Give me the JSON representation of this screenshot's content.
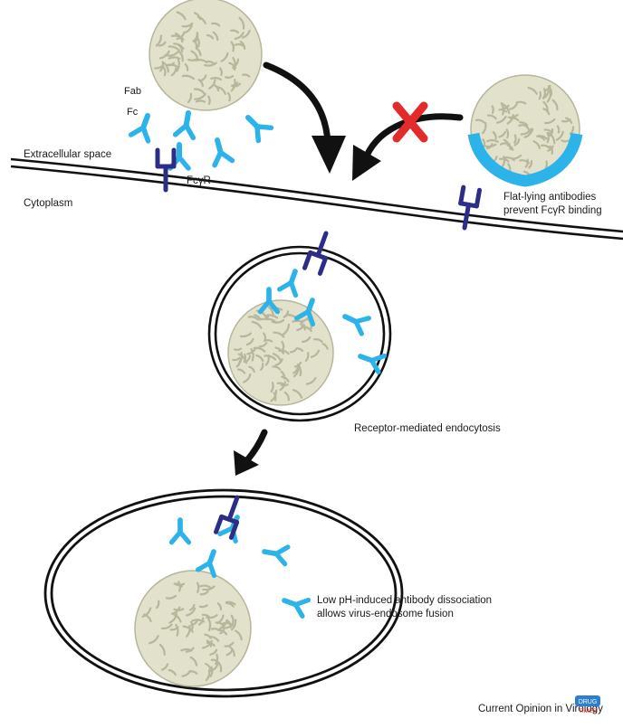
{
  "labels": {
    "fab": "Fab",
    "fc": "Fc",
    "extracellular": "Extracellular space",
    "fcgr": "FcγR",
    "cytoplasm": "Cytoplasm",
    "flat_line1": "Flat-lying antibodies",
    "flat_line2": "prevent FcγR binding",
    "endocytosis": "Receptor-mediated endocytosis",
    "dissociation_line1": "Low pH-induced antibody dissociation",
    "dissociation_line2": "allows virus-endosome fusion"
  },
  "footer": {
    "source": "Current Opinion in Virology",
    "watermark_top": "DRUG",
    "watermark_bottom": "TIMES"
  },
  "colors": {
    "antibody_light": "#2bb3ea",
    "receptor_dark": "#2c2d86",
    "virus_fill": "#e2e1cc",
    "virus_ridge": "#b7b69a",
    "block_mark": "#e32b2b",
    "line": "#111111"
  },
  "icons": {
    "virus": "virus-particle-icon",
    "antibody": "antibody-y-icon",
    "receptor": "fc-gamma-receptor-icon",
    "blocked": "red-x-icon",
    "arrow": "curved-arrow-icon"
  }
}
